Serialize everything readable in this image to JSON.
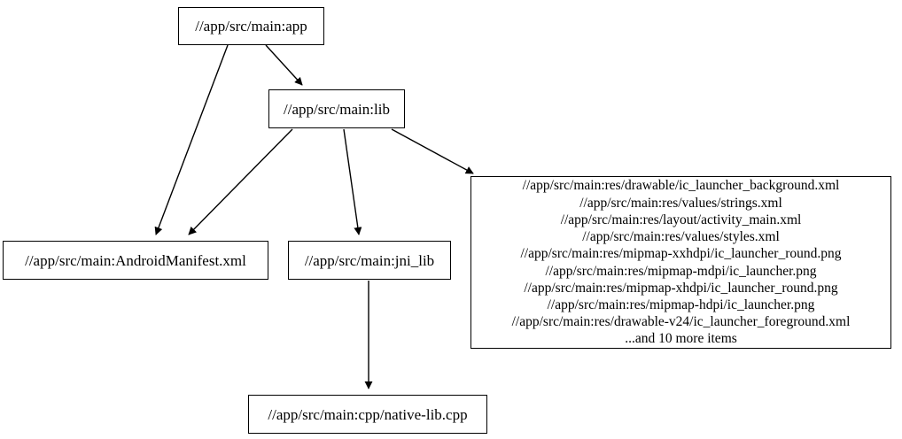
{
  "graph": {
    "type": "directed-dependency-graph",
    "background_color": "#ffffff",
    "node_border_color": "#000000",
    "edge_color": "#000000",
    "nodes": [
      {
        "id": "app",
        "label": "//app/src/main:app"
      },
      {
        "id": "lib",
        "label": "//app/src/main:lib"
      },
      {
        "id": "manifest",
        "label": "//app/src/main:AndroidManifest.xml"
      },
      {
        "id": "jni_lib",
        "label": "//app/src/main:jni_lib"
      },
      {
        "id": "res",
        "label": "//app/src/main:res/drawable/ic_launcher_background.xml\n//app/src/main:res/values/strings.xml\n//app/src/main:res/layout/activity_main.xml\n//app/src/main:res/values/styles.xml\n//app/src/main:res/mipmap-xxhdpi/ic_launcher_round.png\n//app/src/main:res/mipmap-mdpi/ic_launcher.png\n//app/src/main:res/mipmap-xhdpi/ic_launcher_round.png\n//app/src/main:res/mipmap-hdpi/ic_launcher.png\n//app/src/main:res/drawable-v24/ic_launcher_foreground.xml\n...and 10 more items",
        "lines": [
          "//app/src/main:res/drawable/ic_launcher_background.xml",
          "//app/src/main:res/values/strings.xml",
          "//app/src/main:res/layout/activity_main.xml",
          "//app/src/main:res/values/styles.xml",
          "//app/src/main:res/mipmap-xxhdpi/ic_launcher_round.png",
          "//app/src/main:res/mipmap-mdpi/ic_launcher.png",
          "//app/src/main:res/mipmap-xhdpi/ic_launcher_round.png",
          "//app/src/main:res/mipmap-hdpi/ic_launcher.png",
          "//app/src/main:res/drawable-v24/ic_launcher_foreground.xml",
          "...and 10 more items"
        ]
      },
      {
        "id": "cpp",
        "label": "//app/src/main:cpp/native-lib.cpp"
      }
    ],
    "edges": [
      {
        "from": "app",
        "to": "lib"
      },
      {
        "from": "app",
        "to": "manifest"
      },
      {
        "from": "lib",
        "to": "manifest"
      },
      {
        "from": "lib",
        "to": "jni_lib"
      },
      {
        "from": "lib",
        "to": "res"
      },
      {
        "from": "jni_lib",
        "to": "cpp"
      }
    ]
  }
}
